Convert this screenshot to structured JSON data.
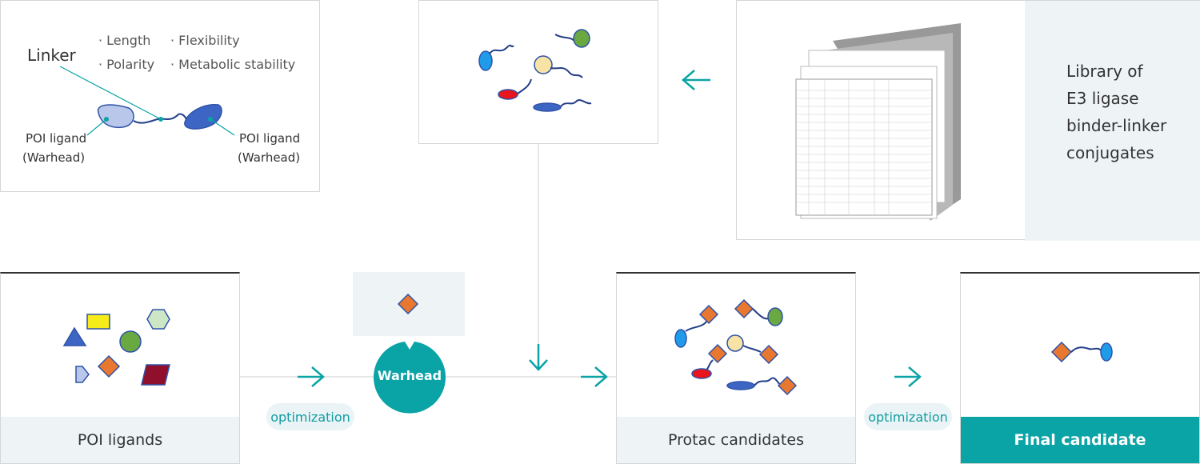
{
  "linker_panel": {
    "linker_label": "Linker",
    "properties": [
      "· Length",
      "· Flexibility",
      "· Polarity",
      "· Metabolic stability"
    ],
    "poi_left": {
      "line1": "POI ligand",
      "line2": "(Warhead)"
    },
    "poi_right": {
      "line1": "POI ligand",
      "line2": "(Warhead)"
    }
  },
  "library_panel": {
    "lines": [
      "Library of",
      "E3 ligase",
      "binder-linker",
      "conjugates"
    ]
  },
  "poi_ligands": {
    "footer": "POI ligands"
  },
  "optimization_left": "optimization",
  "warhead": "Warhead",
  "protac": {
    "footer": "Protac candidates"
  },
  "optimization_right": "optimization",
  "final": {
    "footer": "Final candidate"
  },
  "colors": {
    "teal": "#0aa3a6",
    "footer_bg": "#eef4f6",
    "light_blue": "#b9c8ea",
    "dark_blue": "#3d66c4",
    "orange": "#e8782f",
    "green": "#6aa842",
    "yellow": "#f5ec1a",
    "cream": "#f8e3a6",
    "red": "#e8151d",
    "cyan_blue": "#1f9bea",
    "maroon": "#8f0f2c"
  }
}
